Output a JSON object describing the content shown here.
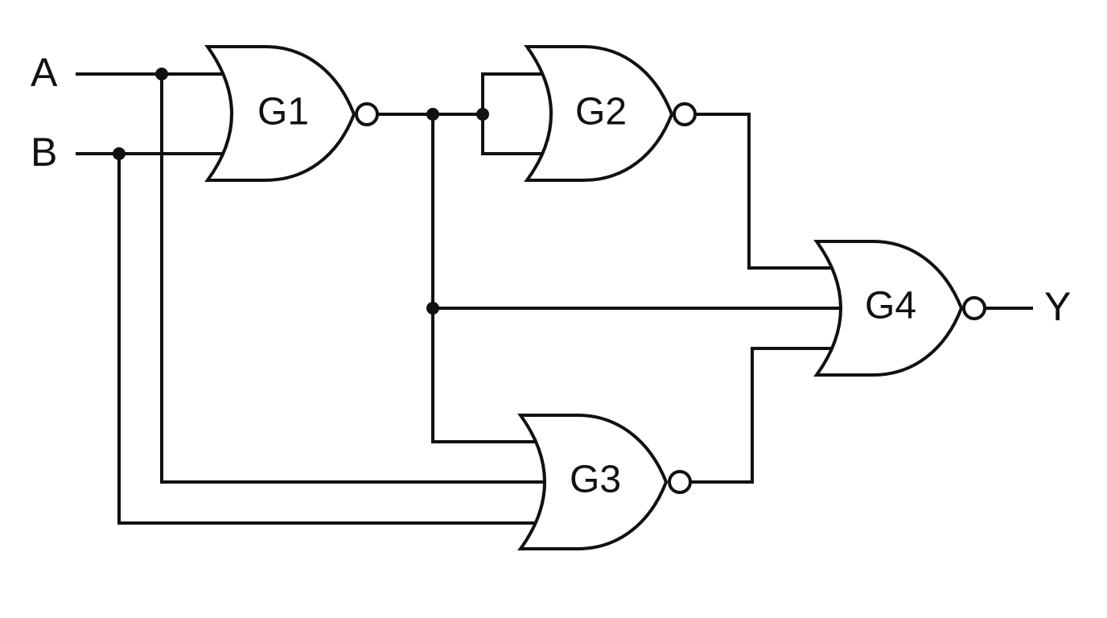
{
  "diagram": {
    "type": "logic-circuit",
    "gate_type": "NOR",
    "inputs": [
      "A",
      "B"
    ],
    "output": "Y",
    "gates": [
      {
        "id": "G1",
        "label": "G1",
        "inputs": [
          "A",
          "B"
        ]
      },
      {
        "id": "G2",
        "label": "G2",
        "inputs": [
          "G1",
          "G1"
        ]
      },
      {
        "id": "G3",
        "label": "G3",
        "inputs": [
          "G1",
          "A",
          "B"
        ]
      },
      {
        "id": "G4",
        "label": "G4",
        "inputs": [
          "G2",
          "G1",
          "G3"
        ]
      }
    ],
    "colors": {
      "line": "#111111",
      "background": "#ffffff"
    }
  }
}
